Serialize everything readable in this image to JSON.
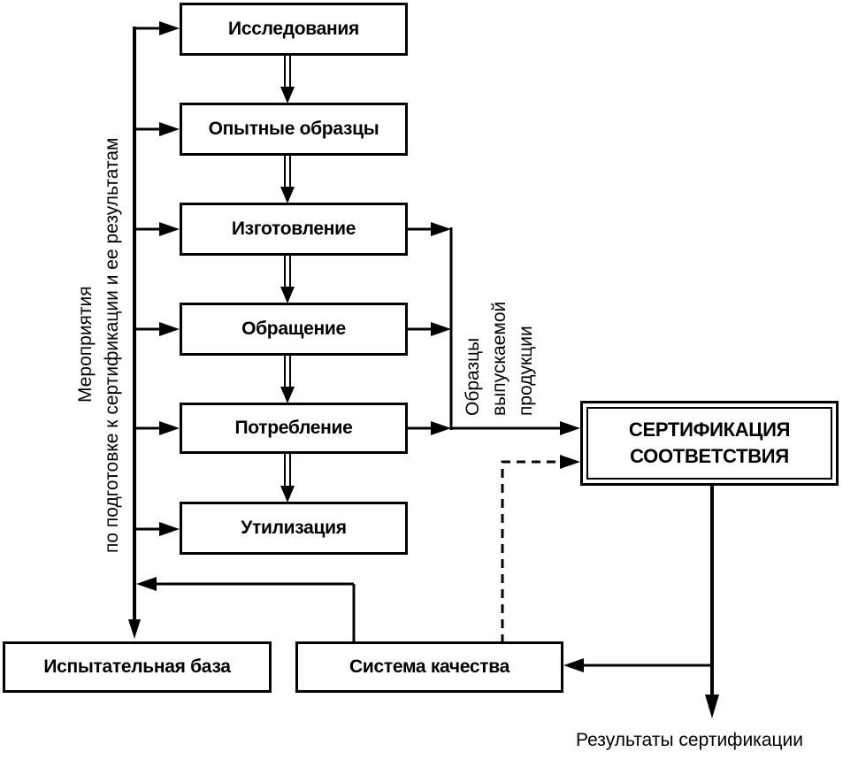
{
  "stages": [
    {
      "id": "research",
      "label": "Исследования"
    },
    {
      "id": "prototypes",
      "label": "Опытные образцы"
    },
    {
      "id": "manufacturing",
      "label": "Изготовление"
    },
    {
      "id": "circulation",
      "label": "Обращение"
    },
    {
      "id": "consumption",
      "label": "Потребление"
    },
    {
      "id": "disposal",
      "label": "Утилизация"
    }
  ],
  "certification": {
    "line1": "СЕРТИФИКАЦИЯ",
    "line2": "СООТВЕТСТВИЯ"
  },
  "test_base": "Испытательная база",
  "quality_system": "Система качества",
  "measures_label": {
    "line1": "Мероприятия",
    "line2": "по подготовке к сертификации и ее результатам"
  },
  "samples_label": {
    "line1": "Образцы",
    "line2": "выпускаемой",
    "line3": "продукции"
  },
  "results_label": "Результаты сертификации"
}
